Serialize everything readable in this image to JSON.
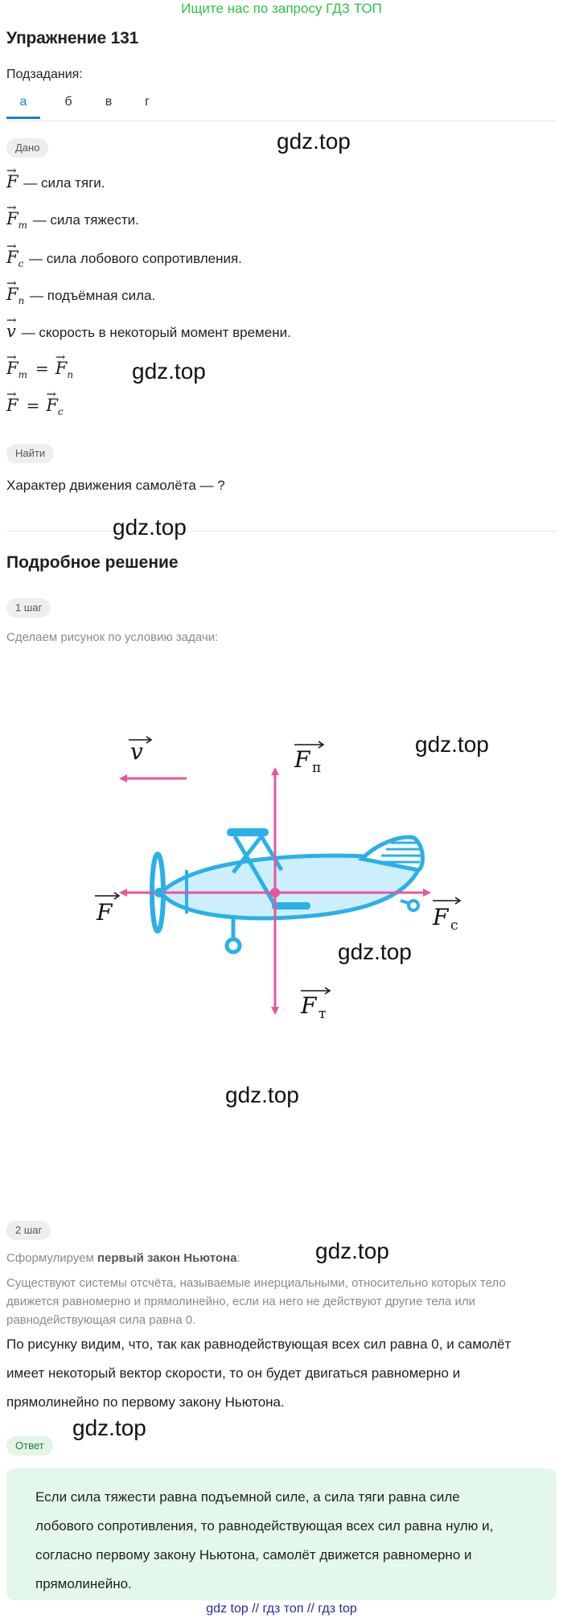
{
  "banner": "Ищите нас по запросу ГДЗ ТОП",
  "exercise_title": "Упражнение 131",
  "subtasks_label": "Подзадания:",
  "tabs": [
    "а",
    "б",
    "в",
    "г"
  ],
  "given": {
    "badge": "Дано",
    "items": [
      {
        "symbol": "F",
        "sub": "",
        "text": " — сила тяги."
      },
      {
        "symbol": "F",
        "sub": "т",
        "text": " — сила тяжести."
      },
      {
        "symbol": "F",
        "sub": "с",
        "text": " — сила лобового сопротивления."
      },
      {
        "symbol": "F",
        "sub": "п",
        "text": " — подъёмная сила."
      },
      {
        "symbol": "v",
        "sub": "",
        "text": " — скорость в некоторый момент времени."
      }
    ],
    "equations": [
      {
        "left": "F",
        "left_sub": "т",
        "right": "F",
        "right_sub": "п"
      },
      {
        "left": "F",
        "left_sub": "",
        "right": "F",
        "right_sub": "с"
      }
    ]
  },
  "find": {
    "badge": "Найти",
    "text": "Характер движения самолёта — ?"
  },
  "solution_title": "Подробное решение",
  "step1": {
    "badge": "1 шаг",
    "text": "Сделаем рисунок по условию задачи:"
  },
  "figure": {
    "label_v": "v",
    "label_Fp": "F",
    "label_Fp_sub": "п",
    "label_F": "F",
    "label_Fc": "F",
    "label_Fc_sub": "с",
    "label_Ft": "F",
    "label_Ft_sub": "т",
    "colors": {
      "arrow": "#e8559a",
      "plane": "#2ab0e8",
      "plane_fill": "#cdeefb"
    }
  },
  "step2": {
    "badge": "2 шаг",
    "intro_prefix": "Сформулируем ",
    "intro_bold": "первый закон Ньютона",
    "intro_suffix": ":",
    "law_lines": [
      "Существуют системы отсчёта, называемые инерциальными, относительно которых тело",
      "движется равномерно и прямолинейно, если на него не действуют другие тела или",
      "равнодействующая сила равна 0."
    ],
    "body_lines": [
      "По рисунку видим, что, так как равнодействующая всех сил равна 0, и самолёт",
      "имеет некоторый вектор скорости, то он будет двигаться равномерно и",
      "прямолинейно по первому закону Ньютона."
    ]
  },
  "answer": {
    "badge": "Ответ",
    "lines": [
      "Если сила тяжести равна подъемной силе, а сила тяги равна силе",
      "лобового сопротивления, то равнодействующая всех сил равна нулю и,",
      "согласно первому закону Ньютона, самолёт движется равномерно и",
      "прямолинейно."
    ]
  },
  "watermark": "gdz.top",
  "footer": "gdz top  //  гдз топ  //  гдз top"
}
